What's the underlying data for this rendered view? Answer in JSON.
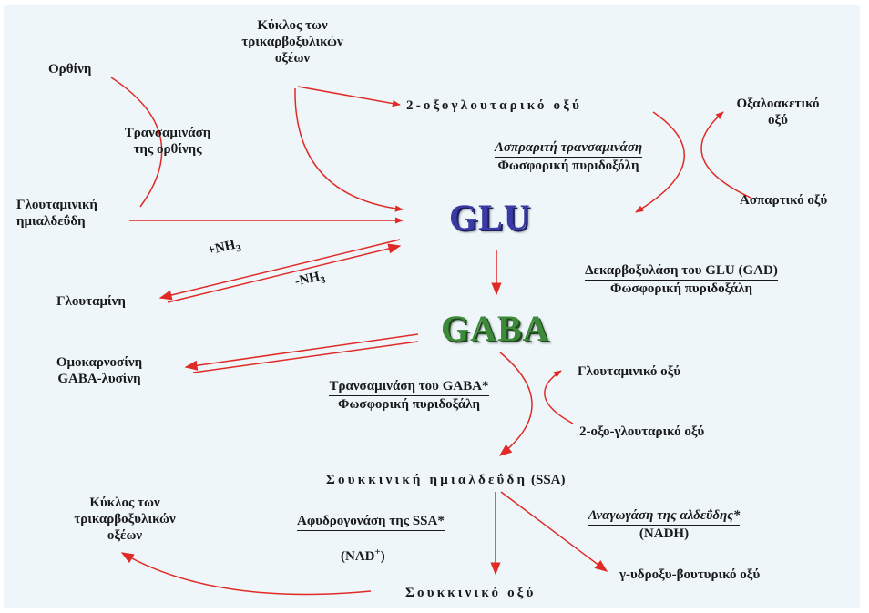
{
  "glu": "GLU",
  "gaba": "GABA",
  "krebs_top": [
    "Κύκλος των",
    "τρικαρβοξυλικών",
    "οξέων"
  ],
  "ornithine": "Ορθίνη",
  "ornithine_transaminase": [
    "Τρανσαμινάση",
    "της ορθίνης"
  ],
  "glutamic_semialdehyde": [
    "Γλουταμινική",
    "ημιαλδεΰδη"
  ],
  "oxoglutaric_top": "2-οξογλουταρικό οξύ",
  "aspartate_transaminase": {
    "name": "Ασπραριτή τρανσαμινάση",
    "cofactor": "Φωσφορική πυριδοξόλη"
  },
  "oxaloacetic": [
    "Οξαλοακετικό",
    "οξύ"
  ],
  "aspartic": "Ασπαρτικό οξύ",
  "plus_nh3": {
    "sign": "+NH",
    "sub": "3"
  },
  "minus_nh3": {
    "sign": "-NH",
    "sub": "3"
  },
  "glutamine": "Γλουταμίνη",
  "gad": {
    "name": "Δεκαρβοξυλάση του GLU (GAD)",
    "cofactor": "Φωσφορική πυριδοξάλη"
  },
  "homocarnosine": [
    "Ομοκαρνοσίνη",
    "GABA-λυσίνη"
  ],
  "gaba_transaminase": {
    "name": "Τρανσαμινάση του GABA*",
    "cofactor": "Φωσφορική πυριδοξάλη"
  },
  "glutamic_acid": "Γλουταμινικό οξύ",
  "oxoglutaric_bottom": "2-οξο-γλουταρικό οξύ",
  "ssa": {
    "name": "Σουκκινική ημιαλδεΰδη",
    "abbr": "(SSA)"
  },
  "krebs_bottom": [
    "Κύκλος των",
    "τρικαρβοξυλικών",
    "οξέων"
  ],
  "ssa_dehydrogenase": {
    "name": "Αφυδρογονάση της SSA*",
    "cofactor": {
      "base": "(NAD",
      "sup": "+",
      "end": ")"
    }
  },
  "aldehyde_reductase": {
    "name": "Αναγωγάση της αλδεΰδης*",
    "cofactor": "(NADH)"
  },
  "ghb": "γ-υδροξυ-βουτυρικό οξύ",
  "succinic": "Σουκκινικό οξύ",
  "colors": {
    "arrow": "#e02a26",
    "glu": "#3a3aa6",
    "gaba": "#3d8a3a",
    "background": "#eef6fa"
  }
}
